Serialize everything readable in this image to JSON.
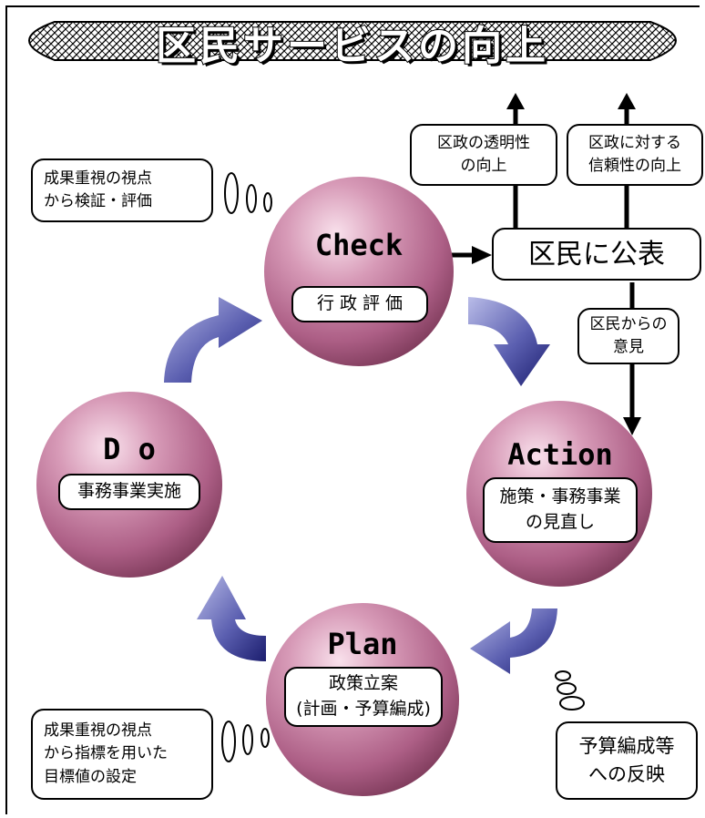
{
  "banner": {
    "title": "区民サービスの向上"
  },
  "outcome_boxes": {
    "transparency": "区政の透明性\nの向上",
    "trust": "区政に対する\n信頼性の向上"
  },
  "publish": "区民に公表",
  "opinion": "区民からの\n意見",
  "cycle": {
    "check": {
      "title": "Check",
      "label": "行 政 評 価"
    },
    "action": {
      "title": "Action",
      "label": "施策・事務事業\nの見直し"
    },
    "plan": {
      "title": "Plan",
      "label": "政策立案\n(計画・予算編成)"
    },
    "do": {
      "title": "D o",
      "label": "事務事業実施"
    }
  },
  "notes": {
    "check_note": "成果重視の視点\nから検証・評価",
    "plan_note": "成果重視の視点\nから指標を用いた\n目標値の設定",
    "budget_note": "予算編成等\nへの反映"
  }
}
